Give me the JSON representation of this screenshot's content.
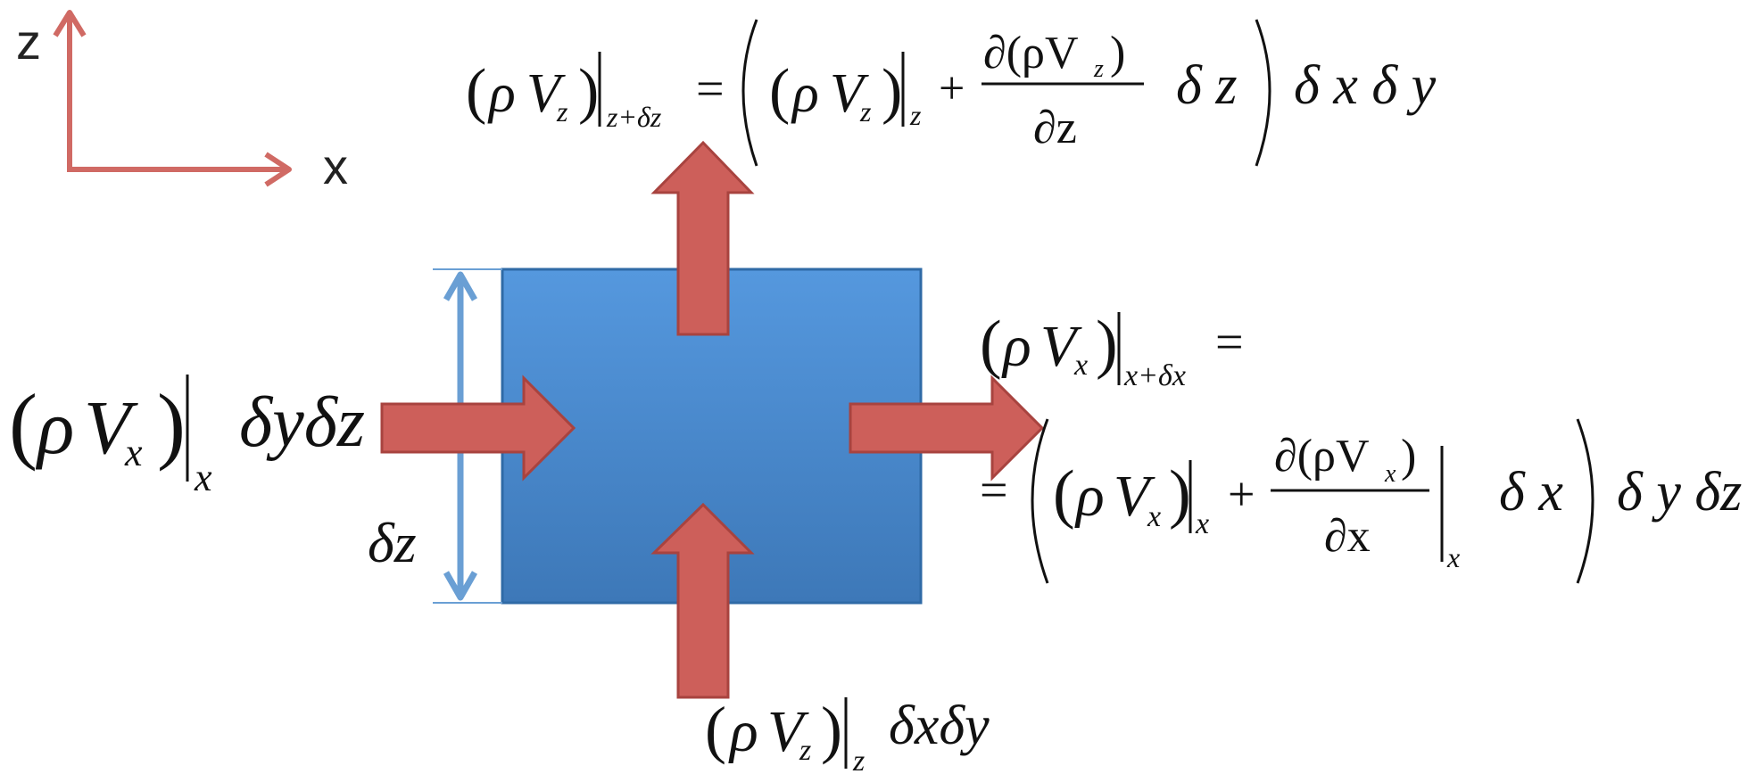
{
  "axes": {
    "z_label": "z",
    "x_label": "x"
  },
  "glyphs": {
    "rho": "ρ",
    "V": "V",
    "delta": "δ",
    "partial": "∂",
    "plus": "+",
    "equals": "=",
    "lparen": "(",
    "rparen": ")"
  },
  "subscripts": {
    "x": "x",
    "z": "z",
    "x_plus_dx": "x+δx",
    "z_plus_dz": "z+δz"
  },
  "differentials": {
    "dz": "δz",
    "dx": "δx",
    "dx_dy": "δxδy",
    "dy_dz": "δyδz",
    "dx_dy_spaced": "δ x δ y",
    "dy_dz_spaced": "δ y δz",
    "dz_spaced": "δ z",
    "dx_spaced": "δ x"
  },
  "derivatives": {
    "dz_num": "∂(ρV",
    "dz_num_sub": "z",
    "dz_num_close": ")",
    "dz_den": "∂z",
    "dx_num": "∂(ρV",
    "dx_num_sub": "x",
    "dx_num_close": ")",
    "dx_den": "∂x"
  },
  "dimension_label": "δz",
  "colors": {
    "box_top": "#5598de",
    "box_bottom": "#3d78b8",
    "box_edge": "#2f6aa6",
    "arrow_fill": "#cd5f5a",
    "arrow_edge": "#a8433f",
    "axis_arrow": "#d06a64",
    "dimension_arrow": "#6a9fd4"
  }
}
